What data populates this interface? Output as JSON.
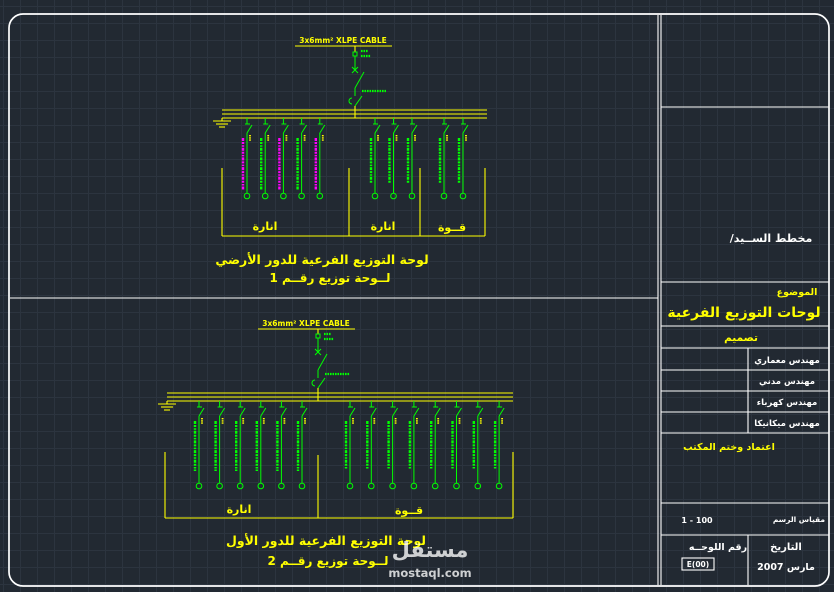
{
  "colors": {
    "background": "#222932",
    "frame": "#ffffff",
    "annotation": "#ffff00",
    "circuit": "#00ff00",
    "label_highlight": "#ff00ff"
  },
  "panels": [
    {
      "cable": "3x6mm² XLPE CABLE",
      "title": "لوحة التوزيع الفرعية للدور الأرضي",
      "subtitle": "لــوحة توزيع رقــم  1",
      "groups": [
        {
          "label": "انارة",
          "circuits": 5
        },
        {
          "label": "انارة",
          "circuits": 3
        },
        {
          "label": "قــوة",
          "circuits": 2
        }
      ]
    },
    {
      "cable": "3x6mm² XLPE CABLE",
      "title": "لوحة التوزيع الفرعية للدور الأول",
      "subtitle": "لــوحة توزيع رقــم  2",
      "groups": [
        {
          "label": "انارة",
          "circuits": 6
        },
        {
          "label": "قــوة",
          "circuits": 8
        }
      ]
    }
  ],
  "title_block": {
    "owner_label": "مخطط الســيد/",
    "subject_label": "الموضوع",
    "subject": "لوحات التوزيع الفرعية",
    "design_label": "تصميم",
    "engineers": [
      "مهندس معماري",
      "مهندس مدني",
      "مهندس كهرباء",
      "مهندس ميكانيكا"
    ],
    "approval_label": "اعتماد وختم المكتب",
    "scale_label": "مقياس الرسم",
    "scale": "1 - 100",
    "sheet_no_label": "رقم اللوحــه",
    "sheet_no": "E(00)",
    "date_label": "التاريخ",
    "date": "مارس 2007"
  },
  "watermark": {
    "logo_text": "مستقل",
    "url": "mostaql.com"
  }
}
